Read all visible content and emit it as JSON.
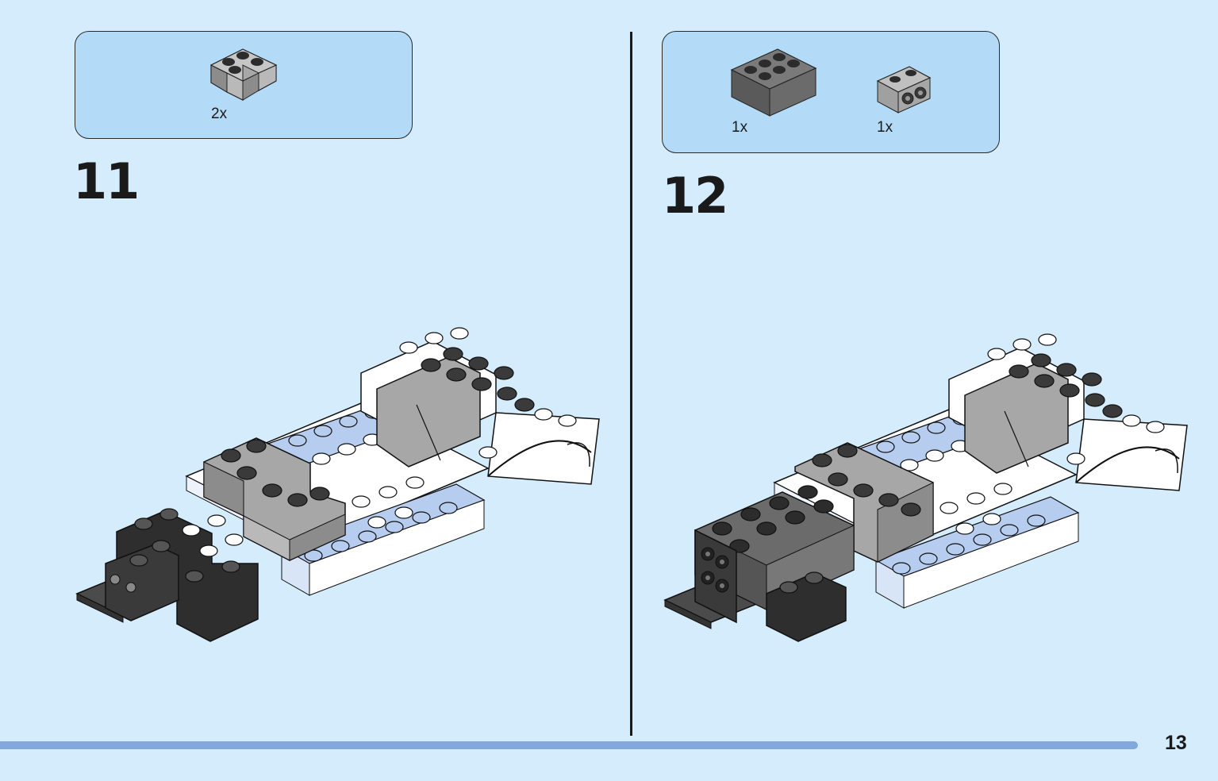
{
  "steps": [
    {
      "number": "11",
      "parts": [
        {
          "qty": "2x",
          "color": "#a7a7a7",
          "shape": "L-brick-2x2-corner"
        }
      ]
    },
    {
      "number": "12",
      "parts": [
        {
          "qty": "1x",
          "color": "#6b6b6b",
          "shape": "brick-2x3"
        },
        {
          "qty": "1x",
          "color": "#a7a7a7",
          "shape": "brick-1x2-studs-on-side"
        }
      ]
    }
  ],
  "page": {
    "number": "13",
    "progress": 0.934
  },
  "colors": {
    "background": "#d4ecfb",
    "parts_box": "#b3daf6",
    "progress_bar": "#82a9dc",
    "light_gray": "#a7a7a7",
    "dark_gray": "#6b6b6b",
    "black": "#2e2e2e",
    "white": "#ffffff",
    "light_blue": "#b6cdf0"
  }
}
